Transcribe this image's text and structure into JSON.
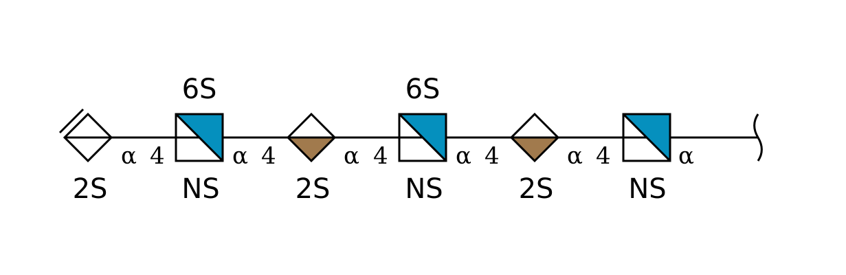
{
  "colors": {
    "line": "#000000",
    "glcn_fill": "#0590BE",
    "idoa_fill": "#A17A4D",
    "background": "#FFFFFF"
  },
  "residues": [
    {
      "shape": "diamond-unsaturated",
      "top_label": "",
      "bottom_label": "2S",
      "icon": "unsaturated-hexuronate-diamond"
    },
    {
      "shape": "square-half",
      "top_label": "6S",
      "bottom_label": "NS",
      "icon": "glucosamine-square"
    },
    {
      "shape": "diamond-half-bottom",
      "top_label": "",
      "bottom_label": "2S",
      "icon": "iduronic-acid-diamond"
    },
    {
      "shape": "square-half",
      "top_label": "6S",
      "bottom_label": "NS",
      "icon": "glucosamine-square"
    },
    {
      "shape": "diamond-half-bottom",
      "top_label": "",
      "bottom_label": "2S",
      "icon": "iduronic-acid-diamond"
    },
    {
      "shape": "square-half",
      "top_label": "",
      "bottom_label": "NS",
      "icon": "glucosamine-square"
    }
  ],
  "linkages": [
    {
      "anomer": "α",
      "position": "4"
    },
    {
      "anomer": "α",
      "position": "4"
    },
    {
      "anomer": "α",
      "position": "4"
    },
    {
      "anomer": "α",
      "position": "4"
    },
    {
      "anomer": "α",
      "position": "4"
    },
    {
      "anomer": "α",
      "position": ""
    }
  ],
  "reducing_end": {
    "icon": "reducing-end-bracket-icon"
  }
}
